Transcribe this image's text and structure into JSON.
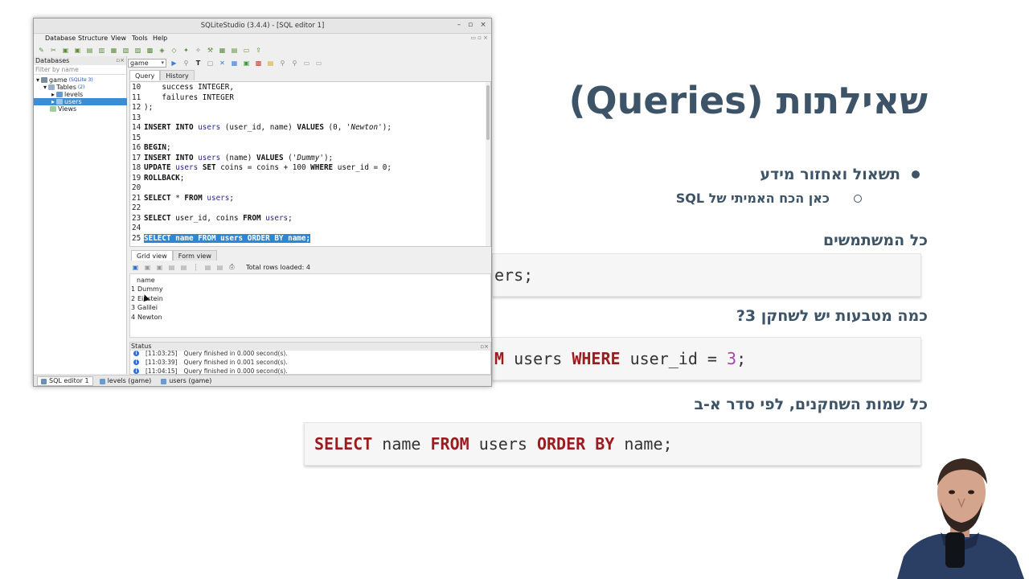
{
  "slide": {
    "title": "שאילתות (Queries)",
    "bullet1": "תשאול ואחזור מידע",
    "bullet2": "כאן הכח האמיתי של SQL",
    "heading1": "כל המשתמשים",
    "code1_tail": "ers;",
    "heading2": "כמה מטבעות יש לשחקן 3?",
    "code2": {
      "kw1": "M",
      "t1": " users ",
      "kw2": "WHERE",
      "t2": " user_id = ",
      "num": "3",
      "t3": ";"
    },
    "heading3": "כל שמות השחקנים, לפי סדר א-ב",
    "code3": {
      "kw1": "SELECT",
      "t1": " name ",
      "kw2": "FROM",
      "t2": " users ",
      "kw3": "ORDER BY",
      "t3": " name;"
    }
  },
  "window": {
    "title": "SQLiteStudio (3.4.4) - [SQL editor 1]",
    "menu": [
      "Database",
      "Structure",
      "View",
      "Tools",
      "Help"
    ],
    "db_panel": {
      "header": "Databases",
      "filter_placeholder": "Filter by name",
      "tree": {
        "db_name": "game",
        "db_tag": "(SQLite 3)",
        "tables_label": "Tables",
        "tables_count": "(2)",
        "table1": "levels",
        "table2": "users",
        "views_label": "Views"
      }
    },
    "db_combo": "game",
    "editor_tabs": [
      "Query",
      "History"
    ],
    "code_lines": [
      {
        "n": "10",
        "text": "    success INTEGER,"
      },
      {
        "n": "11",
        "text": "    failures INTEGER"
      },
      {
        "n": "12",
        "text": ");"
      },
      {
        "n": "13",
        "text": ""
      },
      {
        "n": "14",
        "text": "INSERT INTO users (user_id, name) VALUES (0, 'Newton');"
      },
      {
        "n": "15",
        "text": ""
      },
      {
        "n": "16",
        "text": "BEGIN;"
      },
      {
        "n": "17",
        "text": "INSERT INTO users (name) VALUES ('Dummy');"
      },
      {
        "n": "18",
        "text": "UPDATE users SET coins = coins + 100 WHERE user_id = 0;"
      },
      {
        "n": "19",
        "text": "ROLLBACK;"
      },
      {
        "n": "20",
        "text": ""
      },
      {
        "n": "21",
        "text": "SELECT * FROM users;"
      },
      {
        "n": "22",
        "text": ""
      },
      {
        "n": "23",
        "text": "SELECT user_id, coins FROM users;"
      },
      {
        "n": "24",
        "text": ""
      },
      {
        "n": "25",
        "text": "SELECT name FROM users ORDER BY name;"
      }
    ],
    "results_tabs": [
      "Grid view",
      "Form view"
    ],
    "total_rows": "Total rows loaded: 4",
    "grid": {
      "column": "name",
      "rows": [
        {
          "n": "1",
          "name": "Dummy"
        },
        {
          "n": "2",
          "name": "Einstein"
        },
        {
          "n": "3",
          "name": "Galilei"
        },
        {
          "n": "4",
          "name": "Newton"
        }
      ]
    },
    "status": {
      "header": "Status",
      "lines": [
        {
          "time": "[11:03:25]",
          "msg": "Query finished in 0.000 second(s)."
        },
        {
          "time": "[11:03:39]",
          "msg": "Query finished in 0.001 second(s)."
        },
        {
          "time": "[11:04:15]",
          "msg": "Query finished in 0.000 second(s)."
        }
      ]
    },
    "window_tabs": [
      "SQL editor 1",
      "levels (game)",
      "users (game)"
    ]
  },
  "colors": {
    "slide_text": "#3d5468",
    "keyword": "#9b1b1f",
    "number": "#a347a8",
    "selection": "#2f86d2"
  }
}
